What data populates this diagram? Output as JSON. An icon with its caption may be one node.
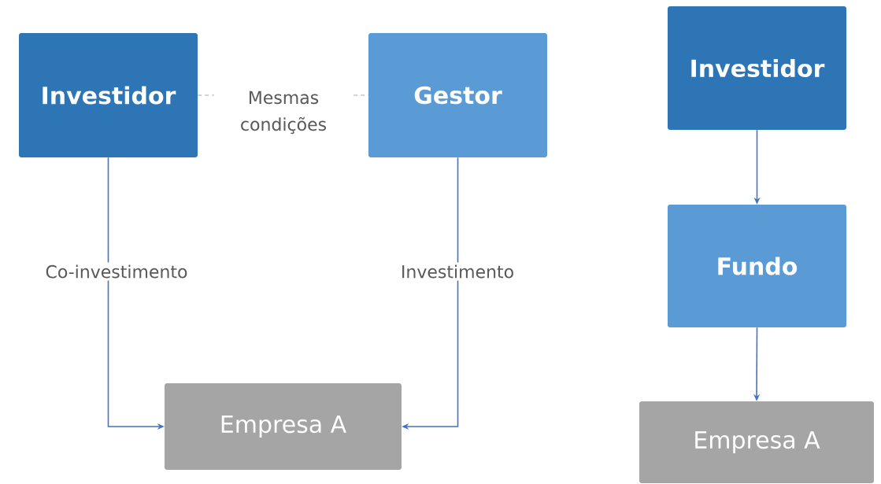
{
  "diagram": {
    "nodes": [
      {
        "text": [
          "Investidor"
        ]
      },
      {
        "text": [
          "Gestor"
        ]
      },
      {
        "text": [
          "Empresa A"
        ]
      },
      {
        "text": [
          "Investidor"
        ]
      },
      {
        "text": [
          "Fundo"
        ]
      },
      {
        "text": [
          "Empresa A"
        ]
      }
    ],
    "edges": [
      {
        "from": 0,
        "to": 1,
        "arrow": "none",
        "label": "Mesmas condições",
        "style": "dashed",
        "color": "#8497b0"
      },
      {
        "from": 0,
        "to": 2,
        "arrow": "to",
        "label": "Co-investimento"
      },
      {
        "from": 1,
        "to": 2,
        "arrow": "to",
        "label": "Investimento"
      },
      {
        "from": 3,
        "to": 4,
        "arrow": "to"
      },
      {
        "from": 4,
        "to": 5,
        "arrow": "to"
      }
    ]
  }
}
